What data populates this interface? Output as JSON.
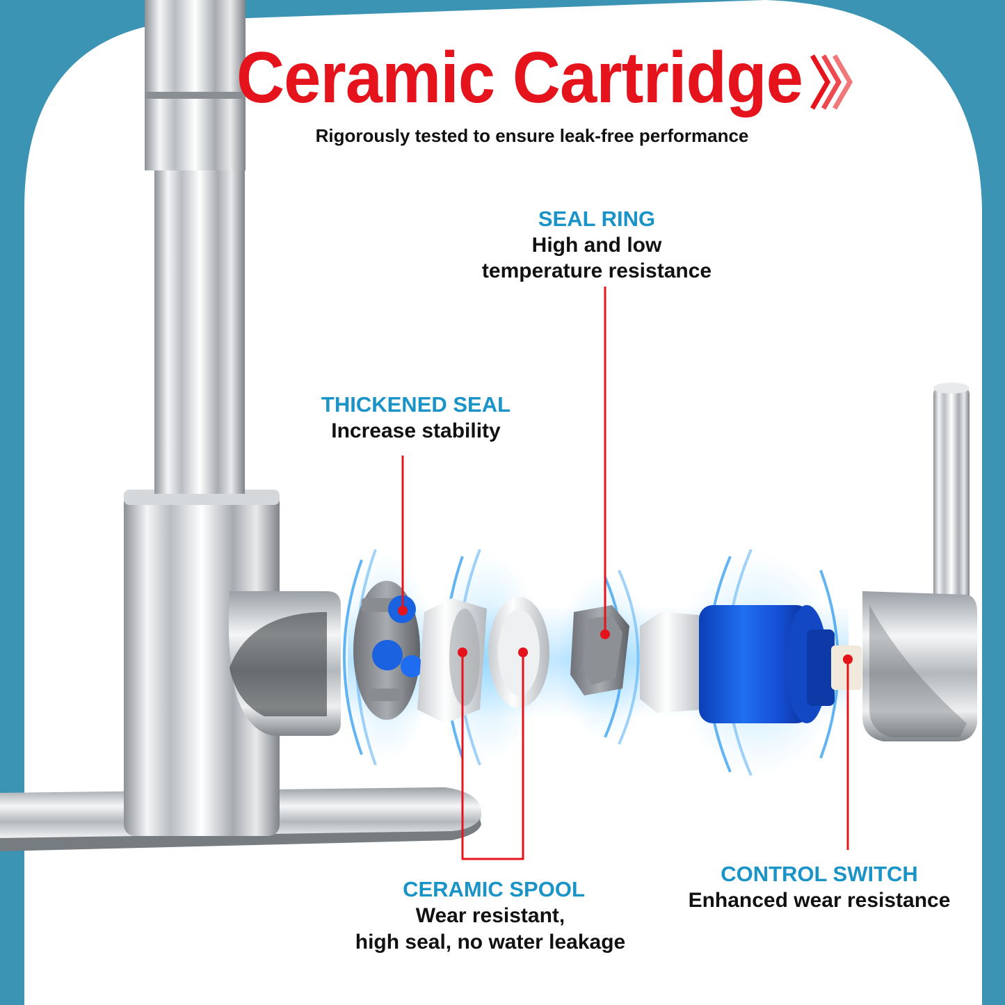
{
  "title": "Ceramic Cartridge",
  "subtitle": "Rigorously tested to ensure leak-free performance",
  "colors": {
    "frame": "#3c94b4",
    "panel": "#ffffff",
    "title": "#e5141c",
    "label_heading": "#1a93c6",
    "label_text": "#111111",
    "pointer": "#e5141c"
  },
  "labels": {
    "seal_ring": {
      "heading": "SEAL RING",
      "line1": "High and low",
      "line2": "temperature resistance"
    },
    "thickened_seal": {
      "heading": "THICKENED SEAL",
      "line1": "Increase stability"
    },
    "ceramic_spool": {
      "heading": "CERAMIC SPOOL",
      "line1": "Wear resistant,",
      "line2": "high seal, no water leakage"
    },
    "control_switch": {
      "heading": "CONTROL SWITCH",
      "line1": "Enhanced wear resistance"
    }
  },
  "icons": {
    "title_arrows": "chevron-right-icon",
    "faucet": "faucet-illustration",
    "cartridge_parts": "exploded-cartridge-illustration"
  }
}
